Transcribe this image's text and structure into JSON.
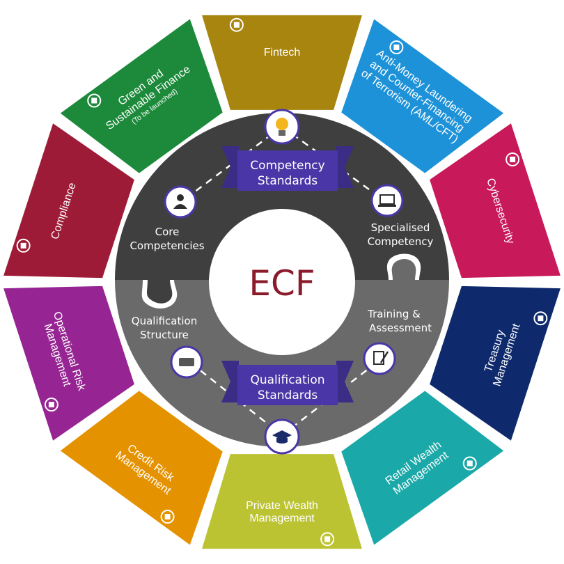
{
  "center": {
    "label": "ECF"
  },
  "banners": {
    "top": [
      "Competency",
      "Standards"
    ],
    "bottom": [
      "Qualification",
      "Standards"
    ]
  },
  "inner": {
    "core": [
      "Core",
      "Competencies"
    ],
    "specialised": [
      "Specialised",
      "Competency"
    ],
    "qualification": [
      "Qualification",
      "Structure"
    ],
    "training": [
      "Training &",
      "Assessment"
    ]
  },
  "segments": [
    {
      "id": "fintech",
      "lines": [
        "Fintech"
      ],
      "color": "#a8850f",
      "icon": "globe-network-icon"
    },
    {
      "id": "aml",
      "lines": [
        "Anti-Money Laundering",
        "and Counter-Financing",
        "of Terrorism (AML/CFT)"
      ],
      "color": "#1e92d8",
      "icon": "magnifier-icon"
    },
    {
      "id": "cyber",
      "lines": [
        "Cybersecurity"
      ],
      "color": "#c8195a",
      "icon": "lock-globe-icon"
    },
    {
      "id": "treasury",
      "lines": [
        "Treasury",
        "Management"
      ],
      "color": "#0e2a6d",
      "icon": "bank-icon"
    },
    {
      "id": "retail",
      "lines": [
        "Retail Wealth",
        "Management"
      ],
      "color": "#1ba8a8",
      "icon": "people-chart-icon"
    },
    {
      "id": "private",
      "lines": [
        "Private Wealth",
        "Management"
      ],
      "color": "#bcc333",
      "icon": "pie-chart-icon"
    },
    {
      "id": "credit",
      "lines": [
        "Credit Risk",
        "Management"
      ],
      "color": "#e59200",
      "icon": "chess-knight-icon"
    },
    {
      "id": "oprisk",
      "lines": [
        "Operational Risk",
        "Management"
      ],
      "color": "#962593",
      "icon": "clipboard-icon"
    },
    {
      "id": "compliance",
      "lines": [
        "Compliance"
      ],
      "color": "#9d1b36",
      "icon": "gavel-icon"
    },
    {
      "id": "green",
      "lines": [
        "Green and",
        "Sustainable Finance"
      ],
      "sub": "(To be launched)",
      "color": "#1c8a3a",
      "icon": "tree-icon"
    }
  ]
}
